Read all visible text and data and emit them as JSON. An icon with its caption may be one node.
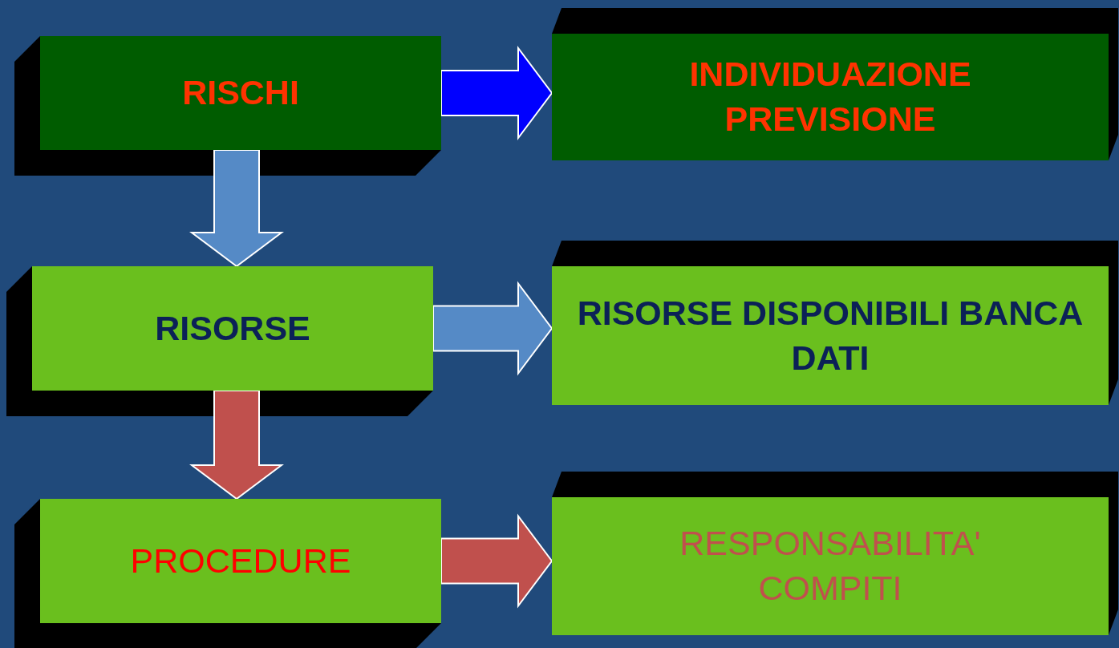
{
  "diagram": {
    "nodes": [
      {
        "text": [
          "RISCHI"
        ]
      },
      {
        "text": [
          "INDIVIDUAZIONE PREVISIONE"
        ]
      },
      {
        "text": [
          "RISORSE"
        ]
      },
      {
        "text": [
          "RISORSE DISPONIBILI BANCA DATI"
        ]
      },
      {
        "text": [
          "PROCEDURE"
        ]
      },
      {
        "text": [
          "RESPONSABILITA' COMPITI"
        ]
      }
    ],
    "edges": [
      {
        "from": 0,
        "to": 1,
        "arrow": "to",
        "color": "#0000ff"
      },
      {
        "from": 0,
        "to": 2,
        "arrow": "to",
        "color": "#558ac6"
      },
      {
        "from": 2,
        "to": 3,
        "arrow": "to",
        "color": "#558ac6"
      },
      {
        "from": 2,
        "to": 4,
        "arrow": "to",
        "color": "#c0504d"
      },
      {
        "from": 4,
        "to": 5,
        "arrow": "to",
        "color": "#c0504d"
      }
    ]
  }
}
